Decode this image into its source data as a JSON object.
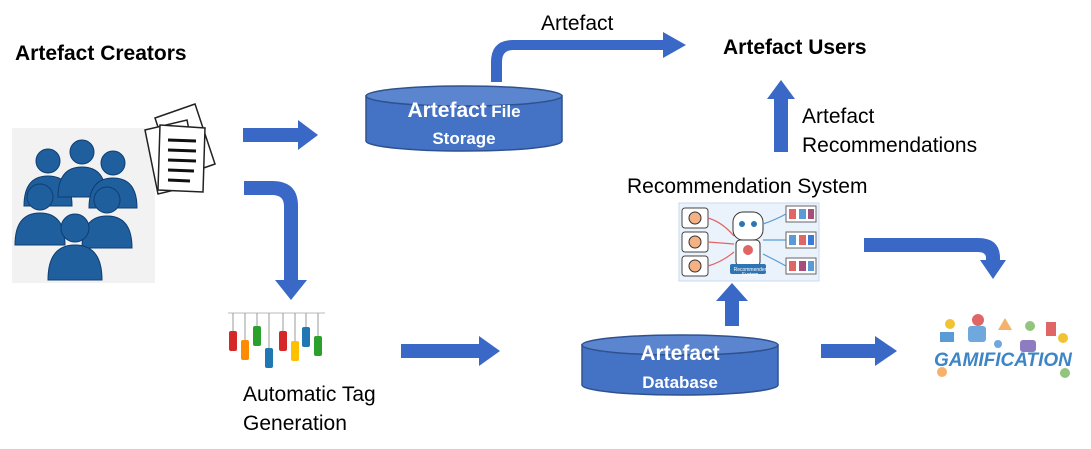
{
  "creators": {
    "title": "Artefact Creators"
  },
  "storage": {
    "line1_a": "Artefact",
    "line1_b": "File",
    "line2": "Storage"
  },
  "artefact_flow": {
    "label": "Artefact"
  },
  "users": {
    "title": "Artefact Users"
  },
  "recommendations": {
    "line1": "Artefact",
    "line2": "Recommendations"
  },
  "recsys": {
    "title": "Recommendation System",
    "inner_label": "Recommender System"
  },
  "tagging": {
    "line1": "Automatic Tag",
    "line2": "Generation"
  },
  "database": {
    "line1": "Artefact",
    "line2": "Database"
  },
  "gamification": {
    "label": "GAMIFICATION"
  },
  "colors": {
    "accent_blue": "#4472C4",
    "arrow_blue": "#3A68C6",
    "people_blue": "#1F5F9E"
  }
}
